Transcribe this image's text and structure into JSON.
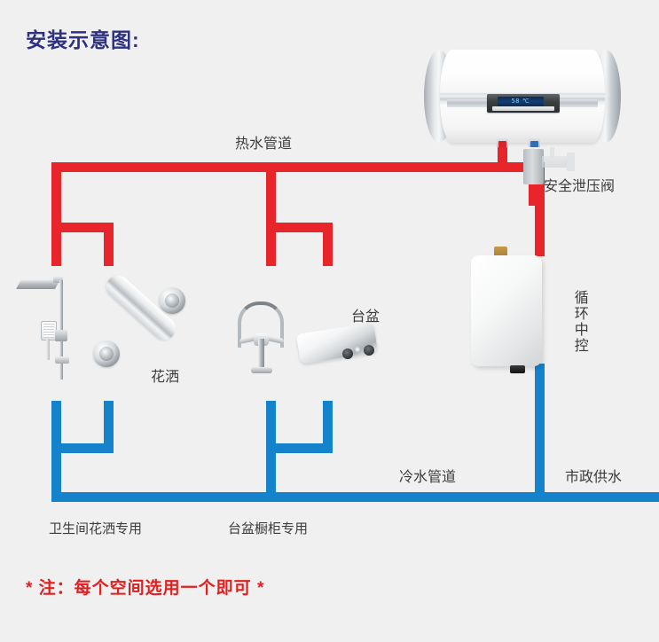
{
  "page": {
    "title": "安装示意图:",
    "note": "* 注：每个空间选用一个即可 *",
    "background_color": "#f0f0f0",
    "title_color": "#2e3180",
    "note_color": "#e02020"
  },
  "colors": {
    "hot_pipe": "#e8252a",
    "cold_pipe": "#1583cc",
    "label_text": "#3b3b3b"
  },
  "labels": {
    "hot_water_pipe": "热水管道",
    "cold_water_pipe": "冷水管道",
    "safety_relief_valve": "安全泄压阀",
    "circulation_controller": "循环中控",
    "municipal_supply": "市政供水",
    "shower_mixer": "花洒",
    "basin_valve": "台盆",
    "bathroom_shower_dedicated": "卫生间花洒专用",
    "basin_cabinet_dedicated": "台盆橱柜专用"
  },
  "devices": {
    "water_heater": {
      "name": "water-heater",
      "display_digits": "58",
      "display_unit": "℃"
    },
    "safety_valve": {
      "name": "safety-relief-valve"
    },
    "controller": {
      "name": "circulation-controller"
    },
    "shower_set": {
      "name": "shower-column"
    },
    "mixer": {
      "name": "shower-mixer-valve"
    },
    "faucet": {
      "name": "basin-faucet"
    },
    "basin_valve": {
      "name": "basin-angle-valve"
    }
  }
}
